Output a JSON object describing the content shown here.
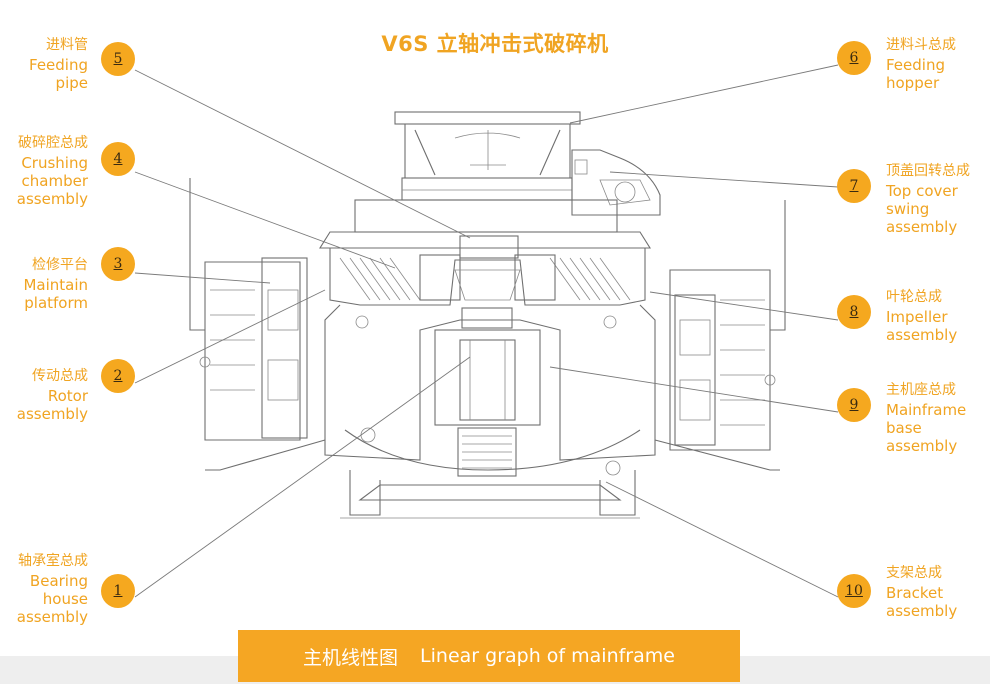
{
  "title": "V6S 立轴冲击式破碎机",
  "caption": {
    "cn": "主机线性图",
    "en": "Linear graph of mainframe"
  },
  "colors": {
    "accent": "#f0a422",
    "badge": "#f5a81f",
    "caption_bg": "#f5a623",
    "line": "#6f6f6f"
  },
  "left_labels": [
    {
      "num": "5",
      "cn": "进料管",
      "en": "Feeding\npipe"
    },
    {
      "num": "4",
      "cn": "破碎腔总成",
      "en": "Crushing\nchamber\nassembly"
    },
    {
      "num": "3",
      "cn": "检修平台",
      "en": "Maintain\nplatform"
    },
    {
      "num": "2",
      "cn": "传动总成",
      "en": "Rotor\nassembly"
    },
    {
      "num": "1",
      "cn": "轴承室总成",
      "en": "Bearing\nhouse\nassembly"
    }
  ],
  "right_labels": [
    {
      "num": "6",
      "cn": "进料斗总成",
      "en": "Feeding\nhopper"
    },
    {
      "num": "7",
      "cn": "顶盖回转总成",
      "en": "Top cover\nswing\nassembly"
    },
    {
      "num": "8",
      "cn": "叶轮总成",
      "en": "Impeller\nassembly"
    },
    {
      "num": "9",
      "cn": "主机座总成",
      "en": "Mainframe\nbase\nassembly"
    },
    {
      "num": "10",
      "cn": "支架总成",
      "en": "Bracket\nassembly"
    }
  ]
}
